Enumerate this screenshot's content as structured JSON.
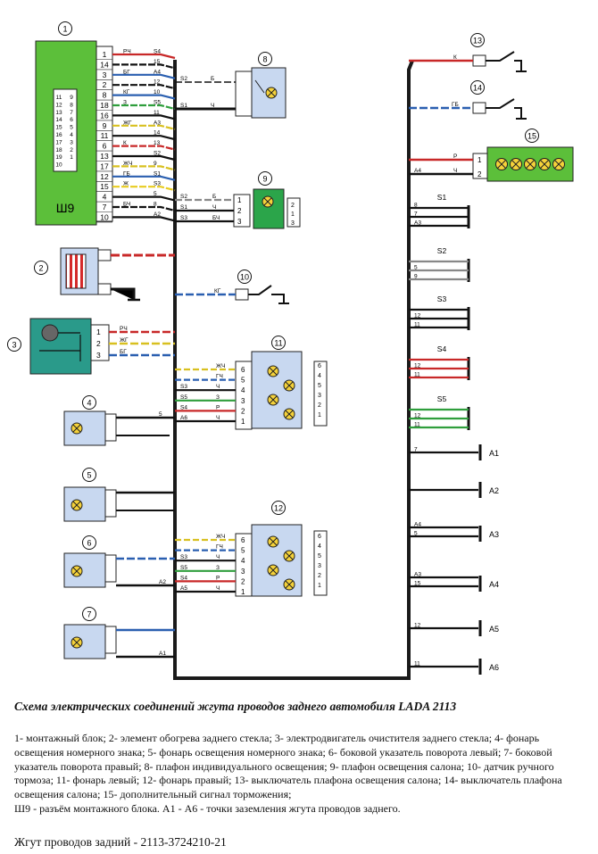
{
  "components": [
    {
      "num": "1"
    },
    {
      "num": "2"
    },
    {
      "num": "3"
    },
    {
      "num": "4"
    },
    {
      "num": "5"
    },
    {
      "num": "6"
    },
    {
      "num": "7"
    },
    {
      "num": "8"
    },
    {
      "num": "9"
    },
    {
      "num": "10"
    },
    {
      "num": "11"
    },
    {
      "num": "12"
    },
    {
      "num": "13"
    },
    {
      "num": "14"
    },
    {
      "num": "15"
    }
  ],
  "block_label": "Ш9",
  "block_pins": [
    "1",
    "14",
    "3",
    "2",
    "8",
    "18",
    "16",
    "9",
    "11",
    "6",
    "13",
    "17",
    "12",
    "15",
    "4",
    "7",
    "10"
  ],
  "block_wires": [
    "РЧ",
    "",
    "БГ",
    "",
    "КГ",
    "З",
    "",
    "ЖГ",
    "",
    "К",
    "",
    "ЖЧ",
    "ГБ",
    "Ж",
    "",
    "БЧ",
    ""
  ],
  "block_tags": [
    "S4",
    "15",
    "А4",
    "12",
    "10",
    "S5",
    "11",
    "А3",
    "14",
    "13",
    "S2",
    "9",
    "S1",
    "S3",
    "5",
    "8",
    "А2"
  ],
  "block_connector_pins": [
    "11",
    "12",
    "13",
    "14",
    "15",
    "16",
    "17",
    "18",
    "19",
    "10",
    "9",
    "8",
    "7",
    "6",
    "5",
    "4",
    "3",
    "2",
    "1"
  ],
  "wire_labels": {
    "c8": [
      "Б",
      "Ч"
    ],
    "c8_tags": [
      "S2",
      "S1"
    ],
    "c9": [
      "Б",
      "Ч",
      "БЧ"
    ],
    "c9_tags": [
      "S2",
      "S1",
      "S3"
    ],
    "c9_pins": [
      "1",
      "2",
      "3"
    ],
    "c9_side": [
      "2",
      "1",
      "3"
    ],
    "c10": [
      "КГ"
    ],
    "c11": [
      "ЖЧ",
      "ГЧ",
      "Ч",
      "З",
      "Р",
      "Ч"
    ],
    "c11_tags": [
      "",
      "",
      "S3",
      "S5",
      "S4",
      "А6"
    ],
    "c11_pins": [
      "6",
      "5",
      "4",
      "3",
      "2",
      "1"
    ],
    "c11_side": [
      "6",
      "4",
      "5",
      "3",
      "2",
      "1"
    ],
    "c12": [
      "ЖЧ",
      "ГЧ",
      "Ч",
      "З",
      "Р",
      "Ч"
    ],
    "c12_tags": [
      "",
      "",
      "S3",
      "S5",
      "S4",
      "А5"
    ],
    "c12_pins": [
      "6",
      "5",
      "4",
      "3",
      "2",
      "1"
    ],
    "c12_side": [
      "6",
      "4",
      "5",
      "3",
      "2",
      "1"
    ],
    "c3": [
      "РЧ",
      "ЖГ",
      "БГ"
    ],
    "c3_pins": [
      "1",
      "2",
      "3"
    ],
    "c13": [
      "К"
    ],
    "c14": [
      "ГБ"
    ],
    "c15": [
      "Р",
      "Ч"
    ],
    "c15_tags": [
      "",
      "А4"
    ],
    "c15_pins": [
      "1",
      "2"
    ]
  },
  "splices": [
    {
      "name": "S1",
      "tags": [
        "8",
        "7",
        "А3"
      ]
    },
    {
      "name": "S2",
      "tags": [
        "",
        "5",
        "9"
      ]
    },
    {
      "name": "S3",
      "tags": [
        "",
        "12",
        "11"
      ]
    },
    {
      "name": "S4",
      "tags": [
        "",
        "12",
        "11"
      ]
    },
    {
      "name": "S5",
      "tags": [
        "",
        "12",
        "11"
      ]
    }
  ],
  "grounds": [
    {
      "name": "А1",
      "tags": [
        "7"
      ]
    },
    {
      "name": "А2",
      "tags": [
        ""
      ]
    },
    {
      "name": "А3",
      "tags": [
        "А4",
        "5"
      ]
    },
    {
      "name": "А4",
      "tags": [
        "А3",
        "15"
      ]
    },
    {
      "name": "А5",
      "tags": [
        "12"
      ]
    },
    {
      "name": "А6",
      "tags": [
        "11"
      ]
    }
  ],
  "left_tags": {
    "c2": "",
    "c4": "5",
    "c5": "",
    "c6": "А2",
    "c7": "А1"
  },
  "caption": {
    "title": "Схема электрических соединений жгута проводов заднего автомобиля LADA 2113",
    "legend": "1- монтажный блок; 2- элемент обогрева заднего стекла; 3- электродвигатель очистителя заднего стекла; 4- фонарь освещения номерного знака; 5- фонарь освещения номерного знака; 6- боковой указатель поворота левый; 7- боковой указатель поворота правый; 8- плафон индивидуального освещения; 9- плафон освещения салона; 10- датчик ручного тормоза; 11- фонарь левый; 12- фонарь правый; 13- выключатель плафона освещения салона; 14- выключатель плафона освещения салона; 15- дополнительный сигнал торможения;",
    "legend2": "Ш9 - разъём монтажного блока. А1 - А6 - точки заземления жгута проводов заднего.",
    "part": "Жгут проводов задний - 2113-3724210-21"
  },
  "colors": {
    "block_green": "#5cbf3a",
    "conn_green": "#2ba54a",
    "motor_teal": "#2a9a8a",
    "heater_red": "#e03030",
    "lamp_box": "#c8d8f0",
    "lamp_yellow": "#f5d23a",
    "harness": "#1a1a1a"
  }
}
